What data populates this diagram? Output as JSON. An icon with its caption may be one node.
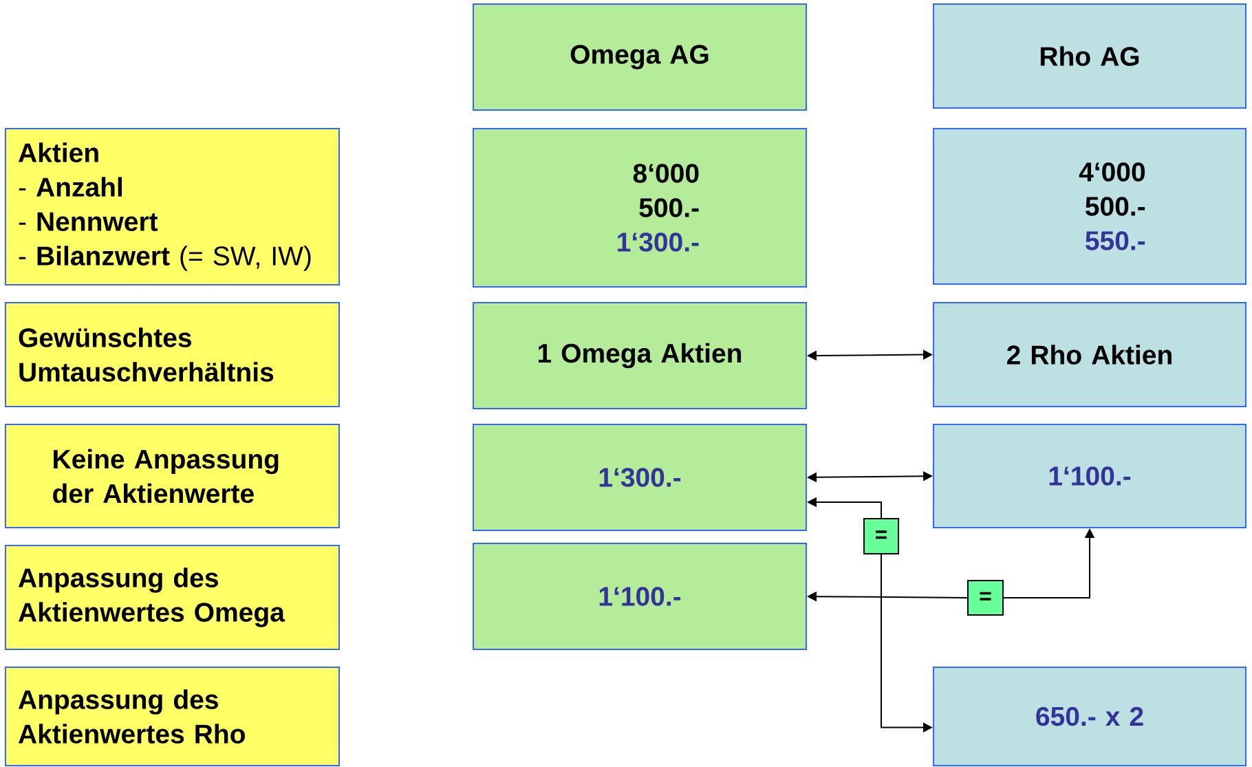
{
  "diagram": {
    "nodes": [
      {
        "text": [
          "Omega AG"
        ]
      },
      {
        "text": [
          "Rho AG"
        ]
      },
      {
        "text": [
          "Aktien",
          "- **Anzahl**",
          "- **Nennwert**",
          "- **Bilanzwert** (= SW, IW)"
        ]
      },
      {
        "text": [
          "8‘000",
          "500.-",
          "1‘300.-"
        ]
      },
      {
        "text": [
          "4‘000",
          "500.-",
          "550.-"
        ]
      },
      {
        "text": [
          "Gewünschtes Umtauschverhältnis"
        ]
      },
      {
        "text": [
          "1 Omega Aktien"
        ]
      },
      {
        "text": [
          "2 Rho Aktien"
        ]
      },
      {
        "text": [
          "Keine Anpassung der Aktienwerte"
        ]
      },
      {
        "text": [
          "1‘300.-"
        ]
      },
      {
        "text": [
          "1‘100.-"
        ]
      },
      {
        "text": [
          "="
        ]
      },
      {
        "text": [
          "Anpassung des Aktienwertes Omega"
        ]
      },
      {
        "text": [
          "1‘100.-"
        ]
      },
      {
        "text": [
          "="
        ]
      },
      {
        "text": [
          "Anpassung des Aktienwertes Rho"
        ]
      },
      {
        "text": [
          "650.- x 2"
        ]
      }
    ],
    "edges": [
      {
        "from": 6,
        "to": 7,
        "arrow": "both"
      },
      {
        "from": 9,
        "to": 10,
        "arrow": "both"
      },
      {
        "from": 11,
        "to": 9,
        "arrow": "to"
      },
      {
        "from": 11,
        "to": 16,
        "arrow": "to"
      },
      {
        "from": 14,
        "to": 13,
        "arrow": "to"
      },
      {
        "from": 14,
        "to": 10,
        "arrow": "to"
      }
    ]
  }
}
